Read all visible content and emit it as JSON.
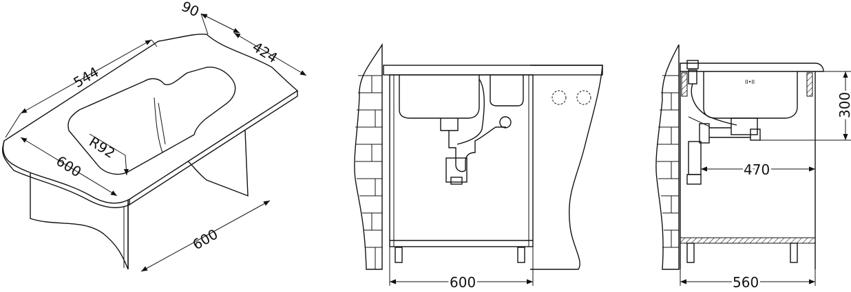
{
  "views": {
    "isometric": {
      "dim_top_width": "544",
      "dim_top_edge": "90",
      "dim_depth": "424",
      "dim_radius": "R92",
      "dim_front_600": "600",
      "dim_side_600": "600"
    },
    "front": {
      "dim_width": "600"
    },
    "side": {
      "dim_height": "300",
      "dim_reach": "470",
      "dim_depth": "560"
    }
  }
}
